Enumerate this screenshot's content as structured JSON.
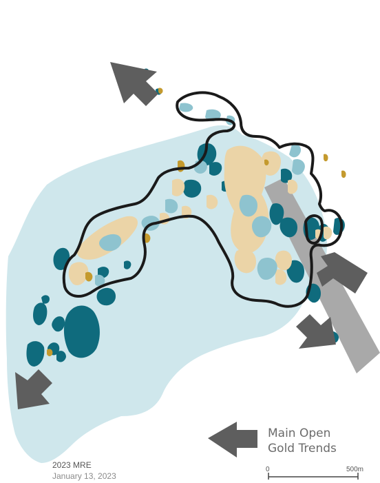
{
  "legend": {
    "trend_line1": "Main Open",
    "trend_line2": "Gold Trends"
  },
  "caption": {
    "title": "2023 MRE",
    "date": "January 13, 2023"
  },
  "scale_bar": {
    "start_label": "0",
    "end_label": "500m"
  },
  "colors": {
    "halo": "#cfe7ec",
    "sand": "#ebd4a7",
    "light_teal": "#8ec3cf",
    "dark_teal": "#0f6b7d",
    "gold": "#c49a2e",
    "pit_outline": "#1a1a1a",
    "arrow": "#5e5e5e",
    "trend_band": "#a9a9a9"
  }
}
